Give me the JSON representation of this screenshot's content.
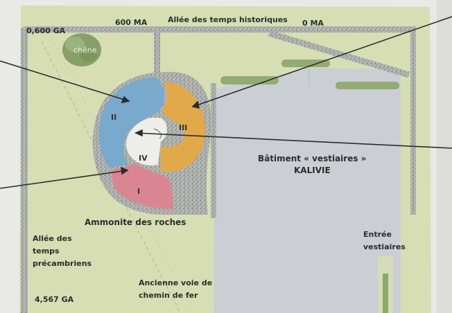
{
  "map": {
    "labels": {
      "ga_top": "0,600 GA",
      "ma_600": "600 MA",
      "allee_historiques": "Allée des temps historiques",
      "ma_0": "0 MA",
      "chene": "chêne",
      "batiment": "Bâtiment « vestiaires »",
      "kalivie": "KALIVIE",
      "ammonite": "Ammonite des roches",
      "allee_precambriens_1": "Allée des",
      "allee_precambriens_2": "temps",
      "allee_precambriens_3": "précambriens",
      "ga_bottom": "4,567 GA",
      "voie_1": "Ancienne voie de",
      "voie_2": "chemin de fer",
      "entree_1": "Entrée",
      "entree_2": "vestiaires"
    },
    "sections": [
      {
        "numeral": "I",
        "color": "#d8848f"
      },
      {
        "numeral": "II",
        "color": "#79a9cc"
      },
      {
        "numeral": "III",
        "color": "#e0a94a"
      },
      {
        "numeral": "IV",
        "color": "#ecece6"
      }
    ],
    "colors": {
      "lawn": "#d9dfb6",
      "building": "#cdd1d5",
      "gravel": "#a7aaa7",
      "tree": "#88a36a",
      "arrow": "#2b2b2b"
    }
  }
}
